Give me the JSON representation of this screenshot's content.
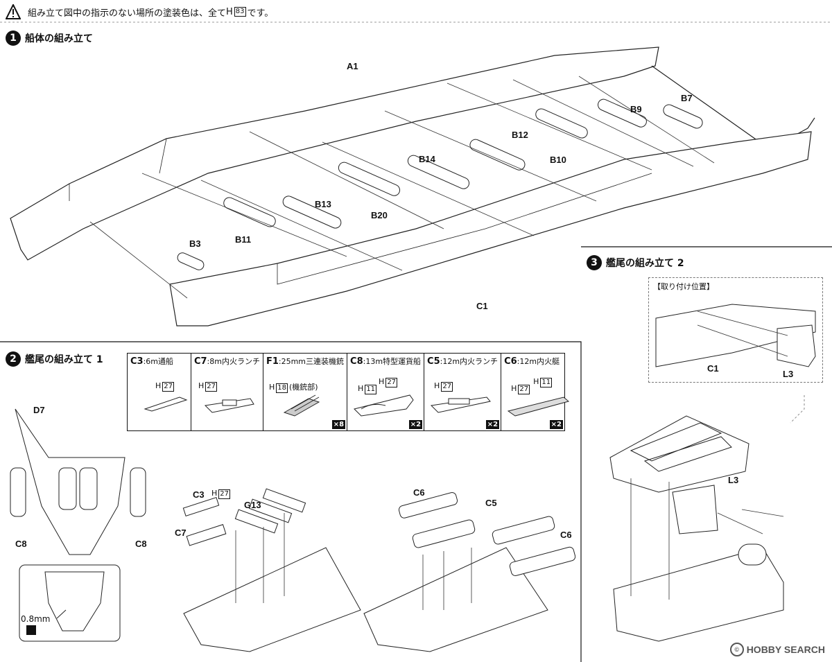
{
  "note": {
    "prefix": "組み立て図中の指示のない場所の塗装色は、全て",
    "color_code": "H",
    "color_num": "83",
    "suffix": "です。"
  },
  "steps": [
    {
      "num": "1",
      "title": "船体の組み立て"
    },
    {
      "num": "2",
      "title": "艦尾の組み立て 1"
    },
    {
      "num": "3",
      "title": "艦尾の組み立て 2"
    }
  ],
  "step1_labels": {
    "A1": "A1",
    "B7": "B7",
    "B9": "B9",
    "B12": "B12",
    "B10": "B10",
    "B14": "B14",
    "B13": "B13",
    "B20": "B20",
    "B11": "B11",
    "B3": "B3",
    "C1": "C1"
  },
  "parts_table": [
    {
      "code": "C3",
      "desc": ":6m通船",
      "h1": "27",
      "qty": ""
    },
    {
      "code": "C7",
      "desc": ":8m内火ランチ",
      "h1": "27",
      "qty": ""
    },
    {
      "code": "F1",
      "desc": ":25mm三連装機銃",
      "h1": "18",
      "h1_note": "(機銃部)",
      "qty": "×8"
    },
    {
      "code": "C8",
      "desc": ":13m特型運貨船",
      "h1": "11",
      "h2": "27",
      "qty": "×2"
    },
    {
      "code": "C5",
      "desc": ":12m内火ランチ",
      "h1": "27",
      "qty": "×2"
    },
    {
      "code": "C6",
      "desc": ":12m内火艇",
      "h1": "27",
      "h2": "11",
      "qty": "×2"
    }
  ],
  "step2_labels": {
    "D7": "D7",
    "C8a": "C8",
    "C8b": "C8",
    "mm": "0.8mm",
    "C3": "C3",
    "H27": "27",
    "G13": "G13",
    "C7": "C7",
    "C6a": "C6",
    "C5": "C5",
    "C6b": "C6"
  },
  "step3": {
    "frame_title": "【取り付け位置】",
    "C1": "C1",
    "L3a": "L3",
    "L3b": "L3"
  },
  "watermark": {
    "brand": "HOBBY SEARCH",
    "mark": "©"
  }
}
